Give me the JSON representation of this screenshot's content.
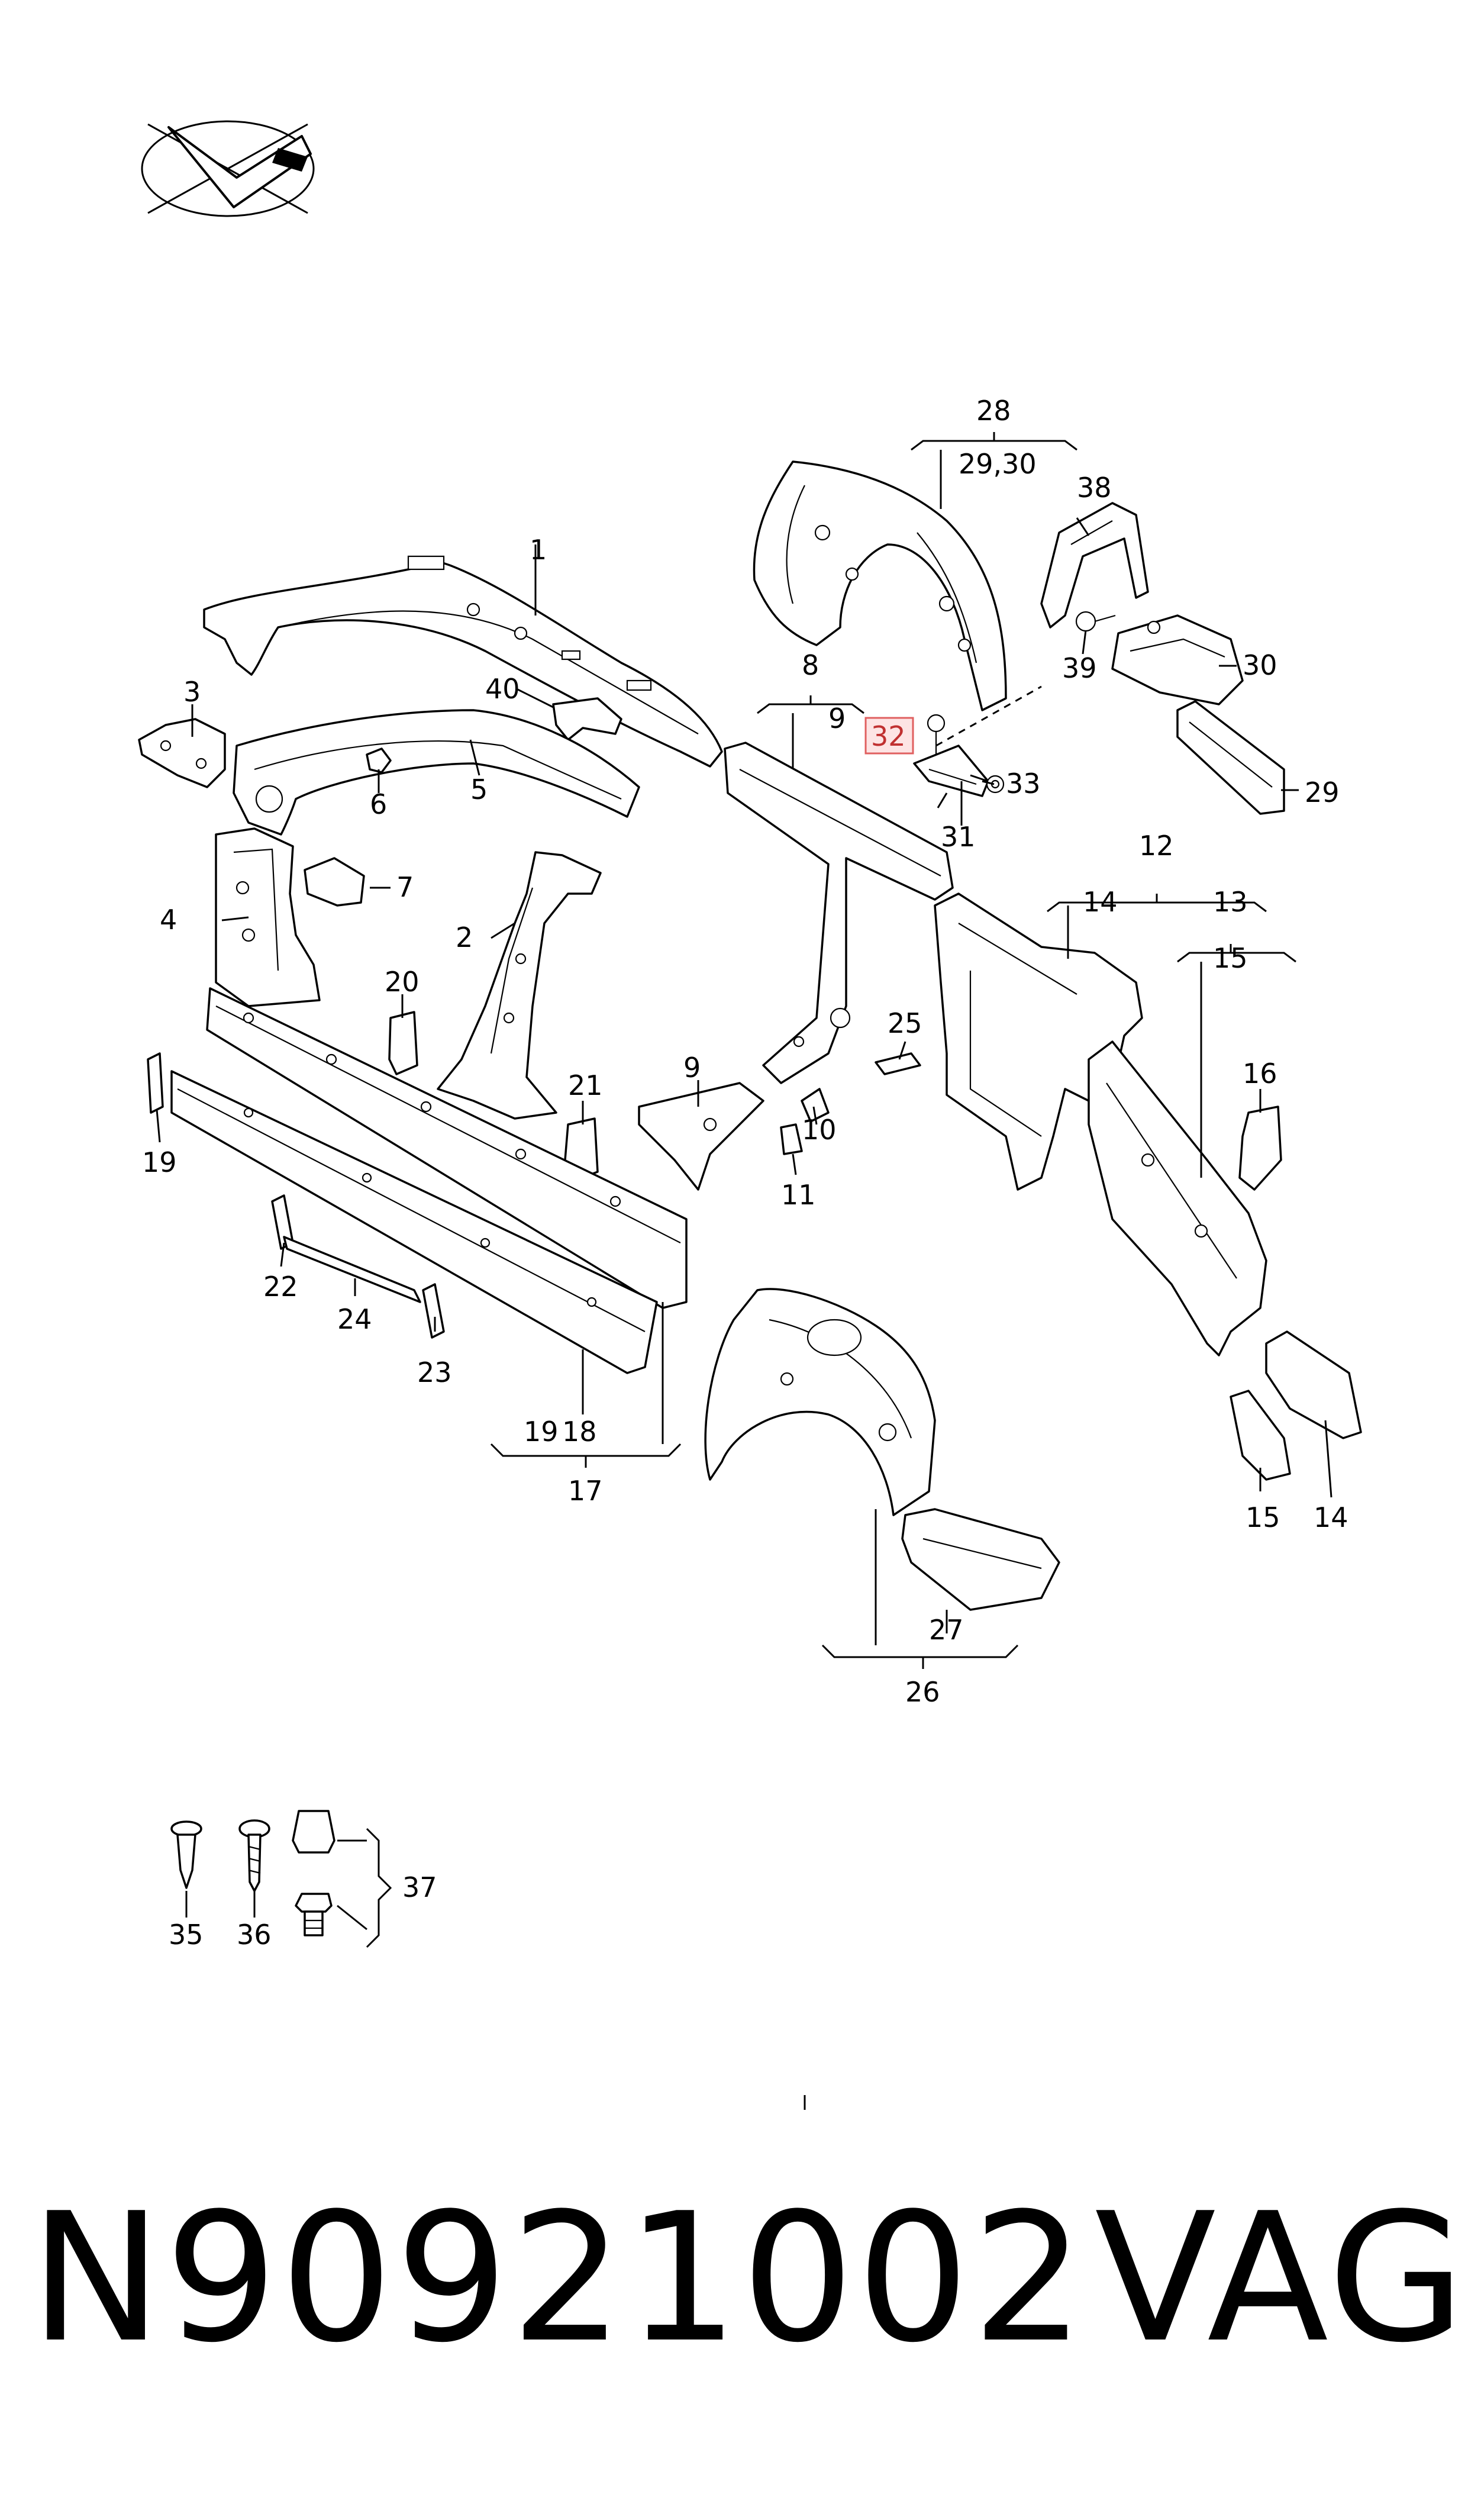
{
  "diagram": {
    "labels": {
      "l1": "1",
      "l2": "2",
      "l3": "3",
      "l4": "4",
      "l5": "5",
      "l6": "6",
      "l7": "7",
      "l8": "8",
      "l9_top": "9",
      "l9_lower": "9",
      "l10": "10",
      "l11": "11",
      "l12": "12",
      "l13": "13",
      "l14_top": "14",
      "l14_bottom": "14",
      "l15_top": "15",
      "l15_bottom": "15",
      "l16": "16",
      "l17": "17",
      "l18": "18",
      "l19_left": "19",
      "l19_bottom": "19",
      "l20": "20",
      "l21": "21",
      "l22": "22",
      "l23": "23",
      "l24": "24",
      "l25": "25",
      "l26": "26",
      "l27": "27",
      "l28": "28",
      "l28_sub": "29,30",
      "l29": "29",
      "l30": "30",
      "l31": "31",
      "l32": "32",
      "l33": "33",
      "l35": "35",
      "l36": "36",
      "l37": "37",
      "l38": "38",
      "l39": "39",
      "l40": "40"
    },
    "highlighted_callout": "32",
    "highlight_color": "#e06060",
    "corner_icon": "direction-arrow-icon"
  },
  "footer": {
    "part_number": "N90921002",
    "brand": "VAG"
  }
}
